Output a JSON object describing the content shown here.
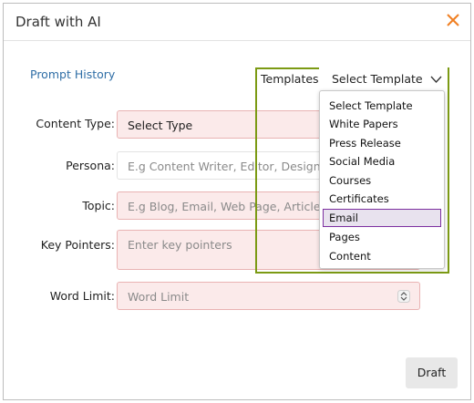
{
  "dialog": {
    "title": "Draft with AI",
    "close_icon": "close-icon",
    "accent_color": "#f07f22"
  },
  "prompt_history": "Prompt History",
  "templates": {
    "label": "Templates:",
    "selected": "Select Template",
    "options": [
      "Select Template",
      "White Papers",
      "Press Release",
      "Social Media",
      "Courses",
      "Certificates",
      "Email",
      "Pages",
      "Content"
    ],
    "hovered_option": "Email",
    "highlight_color": "#7c9a14"
  },
  "form": {
    "content_type": {
      "label": "Content Type:",
      "value": "Select Type"
    },
    "persona": {
      "label": "Persona:",
      "placeholder": "E.g Content Writer, Editor, Designer, A"
    },
    "topic": {
      "label": "Topic:",
      "placeholder": "E.g Blog, Email, Web Page, Article"
    },
    "key_pointers": {
      "label": "Key Pointers:",
      "placeholder": "Enter key pointers"
    },
    "word_limit": {
      "label": "Word Limit:",
      "placeholder": "Word Limit"
    }
  },
  "actions": {
    "draft": "Draft"
  }
}
